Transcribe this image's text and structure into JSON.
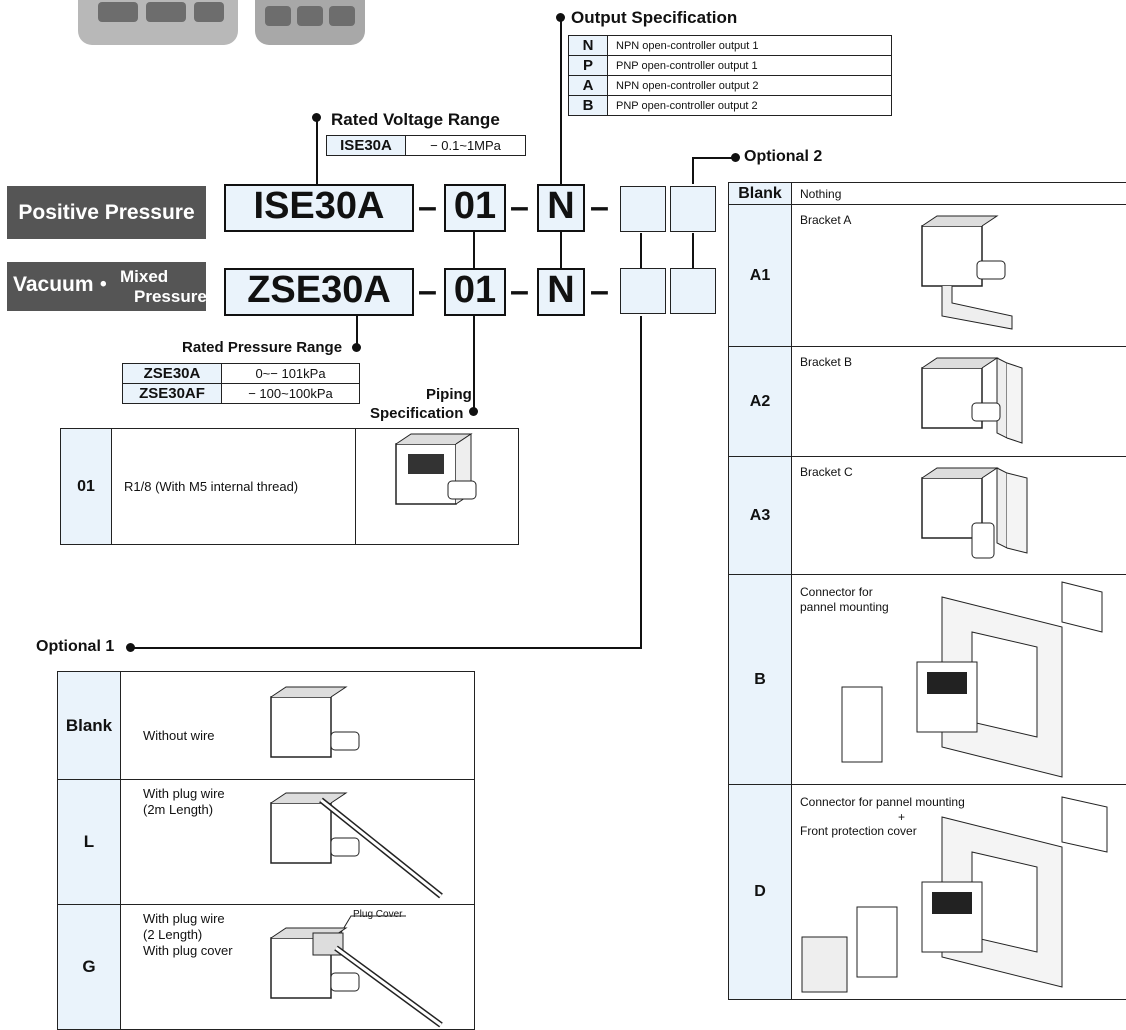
{
  "output_spec": {
    "title": "Output Specification",
    "rows": [
      {
        "code": "N",
        "desc": "NPN open-controller output 1"
      },
      {
        "code": "P",
        "desc": "PNP open-controller output 1"
      },
      {
        "code": "A",
        "desc": "NPN open-controller output 2"
      },
      {
        "code": "B",
        "desc": "PNP open-controller output 2"
      }
    ]
  },
  "rated_voltage": {
    "title": "Rated Voltage Range",
    "model": "ISE30A",
    "range": "− 0.1~1MPa"
  },
  "categories": {
    "positive": "Positive Pressure",
    "vacuum": "Vacuum",
    "bullet": "•",
    "mixed1": "Mixed",
    "mixed2": "Pressure"
  },
  "model_code_1": {
    "model": "ISE30A",
    "dash": "–",
    "piping": "01",
    "output": "N"
  },
  "model_code_2": {
    "model": "ZSE30A",
    "dash": "–",
    "piping": "01",
    "output": "N"
  },
  "rated_pressure": {
    "title": "Rated Pressure Range",
    "rows": [
      {
        "model": "ZSE30A",
        "range": "0~− 101kPa"
      },
      {
        "model": "ZSE30AF",
        "range": "− 100~100kPa"
      }
    ]
  },
  "piping": {
    "title_line1": "Piping",
    "title_line2": "Specification",
    "code": "01",
    "desc": "R1/8 (With M5 internal thread)"
  },
  "optional1": {
    "title": "Optional 1",
    "rows": [
      {
        "code": "Blank",
        "desc": [
          "Without wire"
        ]
      },
      {
        "code": "L",
        "desc": [
          "With plug wire",
          "(2m Length)"
        ]
      },
      {
        "code": "G",
        "desc": [
          "With plug wire",
          "(2 Length)",
          "With plug cover"
        ],
        "callout": "Plug Cover"
      }
    ]
  },
  "optional2": {
    "title": "Optional 2",
    "rows": [
      {
        "code": "Blank",
        "desc": [
          "Nothing"
        ]
      },
      {
        "code": "A1",
        "desc": [
          "Bracket A"
        ]
      },
      {
        "code": "A2",
        "desc": [
          "Bracket B"
        ]
      },
      {
        "code": "A3",
        "desc": [
          "Bracket C"
        ]
      },
      {
        "code": "B",
        "desc": [
          "Connector for",
          "pannel mounting"
        ]
      },
      {
        "code": "D",
        "desc": [
          "Connector for pannel mounting",
          "+",
          "Front protection cover"
        ]
      }
    ]
  }
}
